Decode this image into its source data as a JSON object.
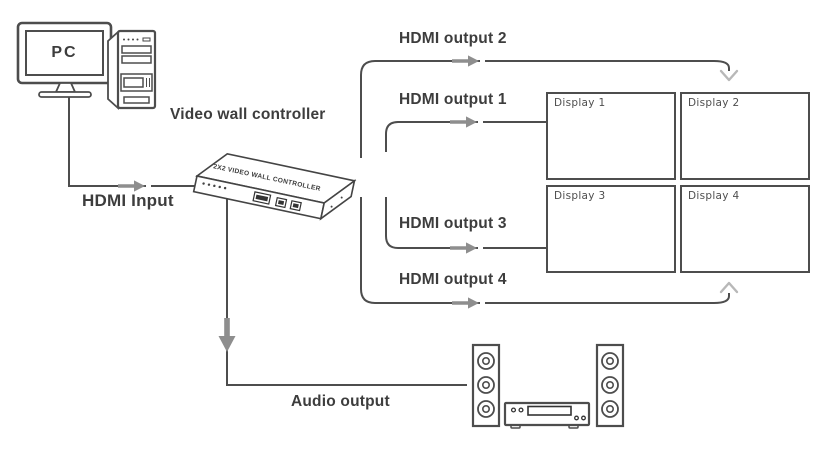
{
  "pc": {
    "label": "PC"
  },
  "controller": {
    "title": "Video wall controller",
    "device_label": "2X2 VIDEO WALL CONTROLLER"
  },
  "connections": [
    {
      "from": "PC",
      "to": "Video wall controller",
      "label": "HDMI Input"
    },
    {
      "from": "Video wall controller",
      "to": "Display 2",
      "label": "HDMI output 2"
    },
    {
      "from": "Video wall controller",
      "to": "Display 1",
      "label": "HDMI output 1"
    },
    {
      "from": "Video wall controller",
      "to": "Display 3",
      "label": "HDMI output 3"
    },
    {
      "from": "Video wall controller",
      "to": "Display 4",
      "label": "HDMI output 4"
    },
    {
      "from": "Video wall controller",
      "to": "Audio system",
      "label": "Audio output"
    }
  ],
  "display_wall": {
    "layout": "2x2",
    "displays": [
      {
        "label": "Display 1"
      },
      {
        "label": "Display 2"
      },
      {
        "label": "Display 3"
      },
      {
        "label": "Display 4"
      }
    ]
  },
  "colors": {
    "background": "#ffffff",
    "line": "#4d4d4d",
    "arrow": "#8e8e8e",
    "curve_arrowhead": "#b8b8b8",
    "text": "#3d3d3d"
  }
}
